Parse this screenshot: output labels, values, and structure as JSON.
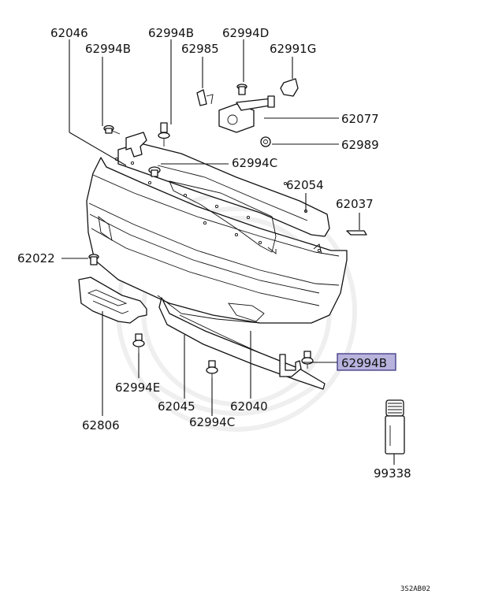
{
  "labels": {
    "l62046": "62046",
    "l62994B_a": "62994B",
    "l62994B_b": "62994B",
    "l62994D": "62994D",
    "l62985": "62985",
    "l62991G": "62991G",
    "l62077": "62077",
    "l62989": "62989",
    "l62994C_a": "62994C",
    "l62054": "62054",
    "l62037": "62037",
    "l62022": "62022",
    "l62994B_hl": "62994B",
    "l62994E": "62994E",
    "l62806": "62806",
    "l62045": "62045",
    "l62040": "62040",
    "l62994C_b": "62994C",
    "l99338": "99338"
  },
  "diagram_code": "3S2AB02",
  "colors": {
    "highlight": "#b7b3dd",
    "highlight_border": "#2f2a7a",
    "ink": "#111111"
  }
}
